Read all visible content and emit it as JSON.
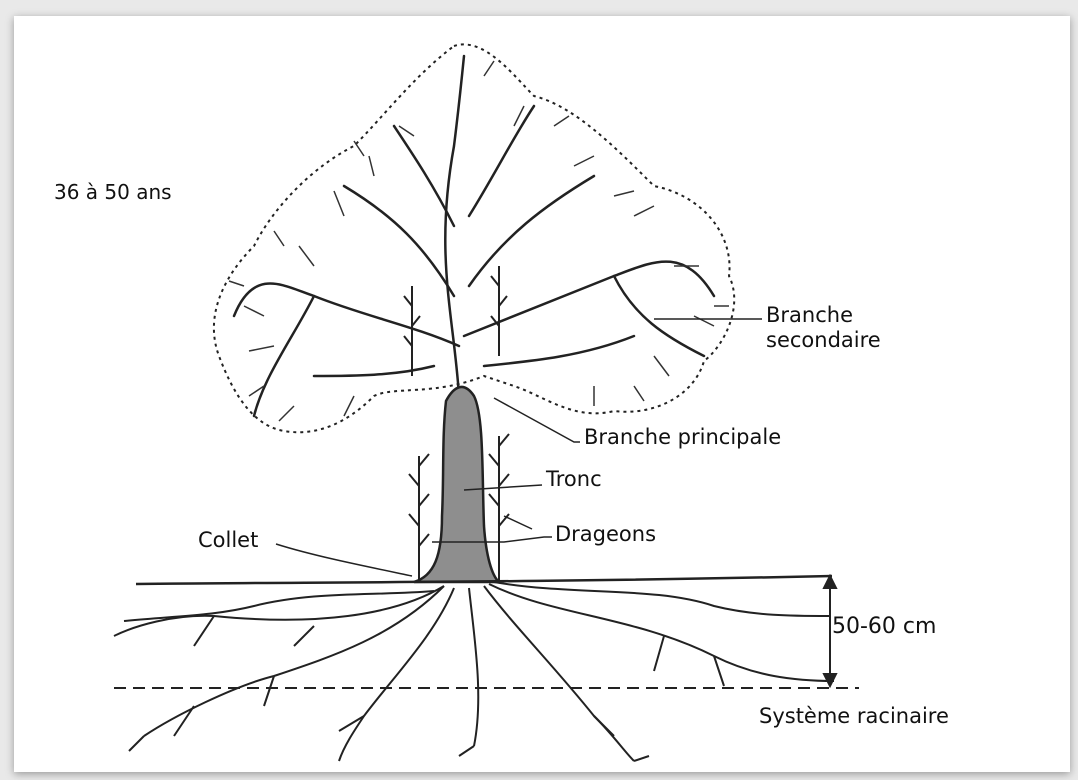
{
  "labels": {
    "age": "36 à 50 ans",
    "branche_secondaire_1": "Branche",
    "branche_secondaire_2": "secondaire",
    "branche_principale": "Branche principale",
    "tronc": "Tronc",
    "drageons": "Drageons",
    "collet": "Collet",
    "profondeur": "50-60 cm",
    "systeme_racinaire": "Système racinaire"
  },
  "colors": {
    "trunk": "#8e8e8e",
    "ink": "#1a1a1a",
    "background": "#ffffff"
  }
}
